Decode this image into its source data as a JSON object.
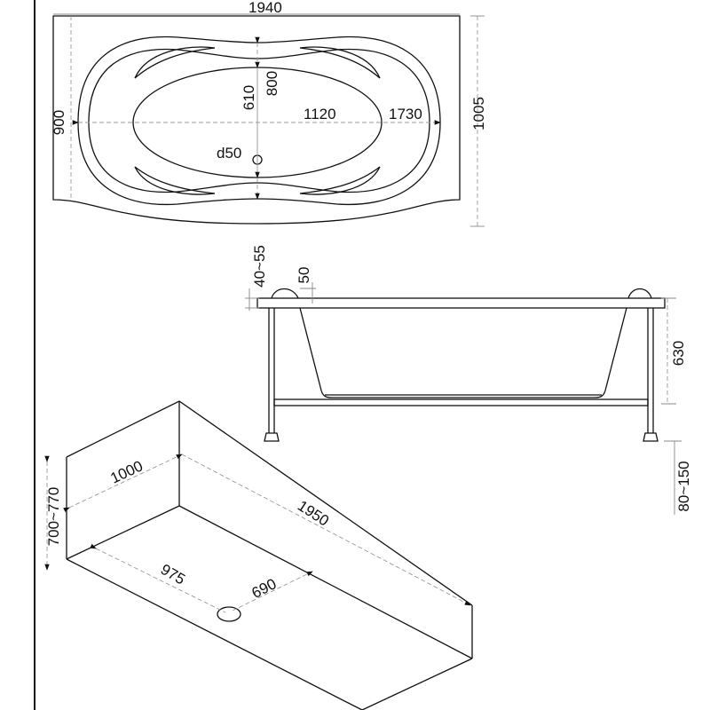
{
  "top_view": {
    "overall_length": "1940",
    "overall_width_left": "900",
    "overall_width_right": "1005",
    "inner_width": "610",
    "inner_depth": "800",
    "inner_length": "1120",
    "outer_basin_length": "1730",
    "drain_diameter": "d50"
  },
  "side_view": {
    "rim_thickness": "40~55",
    "rim_offset": "50",
    "tub_depth": "630",
    "leg_height": "80~150"
  },
  "niche_view": {
    "niche_width": "1000",
    "niche_length": "1950",
    "niche_height": "700~770",
    "drain_from_end": "975",
    "drain_from_side": "690"
  }
}
